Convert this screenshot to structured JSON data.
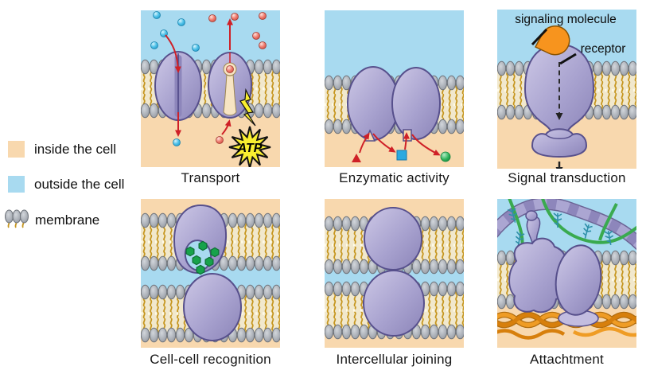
{
  "legend": {
    "items": [
      {
        "label": "inside the cell",
        "color": "#f8d8ae"
      },
      {
        "label": "outside the cell",
        "color": "#a8daf0"
      },
      {
        "label": "membrane",
        "color": "membrane-pattern"
      }
    ]
  },
  "panels": [
    {
      "caption": "Transport"
    },
    {
      "caption": "Enzymatic activity"
    },
    {
      "caption": "Signal transduction",
      "labels": {
        "signaling_molecule": "signaling molecule",
        "receptor": "receptor"
      }
    },
    {
      "caption": "Cell-cell recognition"
    },
    {
      "caption": "Intercellular joining"
    },
    {
      "caption": "Attachtment"
    }
  ],
  "annotations": {
    "atp_label": "ATP"
  },
  "colors": {
    "inside_cell": "#f8d8ae",
    "outside_cell": "#a8daf0",
    "membrane_tails": "#c6961f",
    "membrane_tail_bed": "#f1e8cd",
    "membrane_heads": "#a5aab2",
    "protein": "#a8a2cf",
    "protein_outline": "#57508c",
    "arrow_red": "#cf2027",
    "atp_yellow": "#f9ee30",
    "signaling_molecule_orange": "#f7941e",
    "sugar_green": "#17a24b",
    "ecm_fiber_green": "#3aaa4f",
    "cytoskeleton_orange": "#ec9a26",
    "solute_blue": "#4fc2e9",
    "solute_red": "#ef7d70"
  }
}
